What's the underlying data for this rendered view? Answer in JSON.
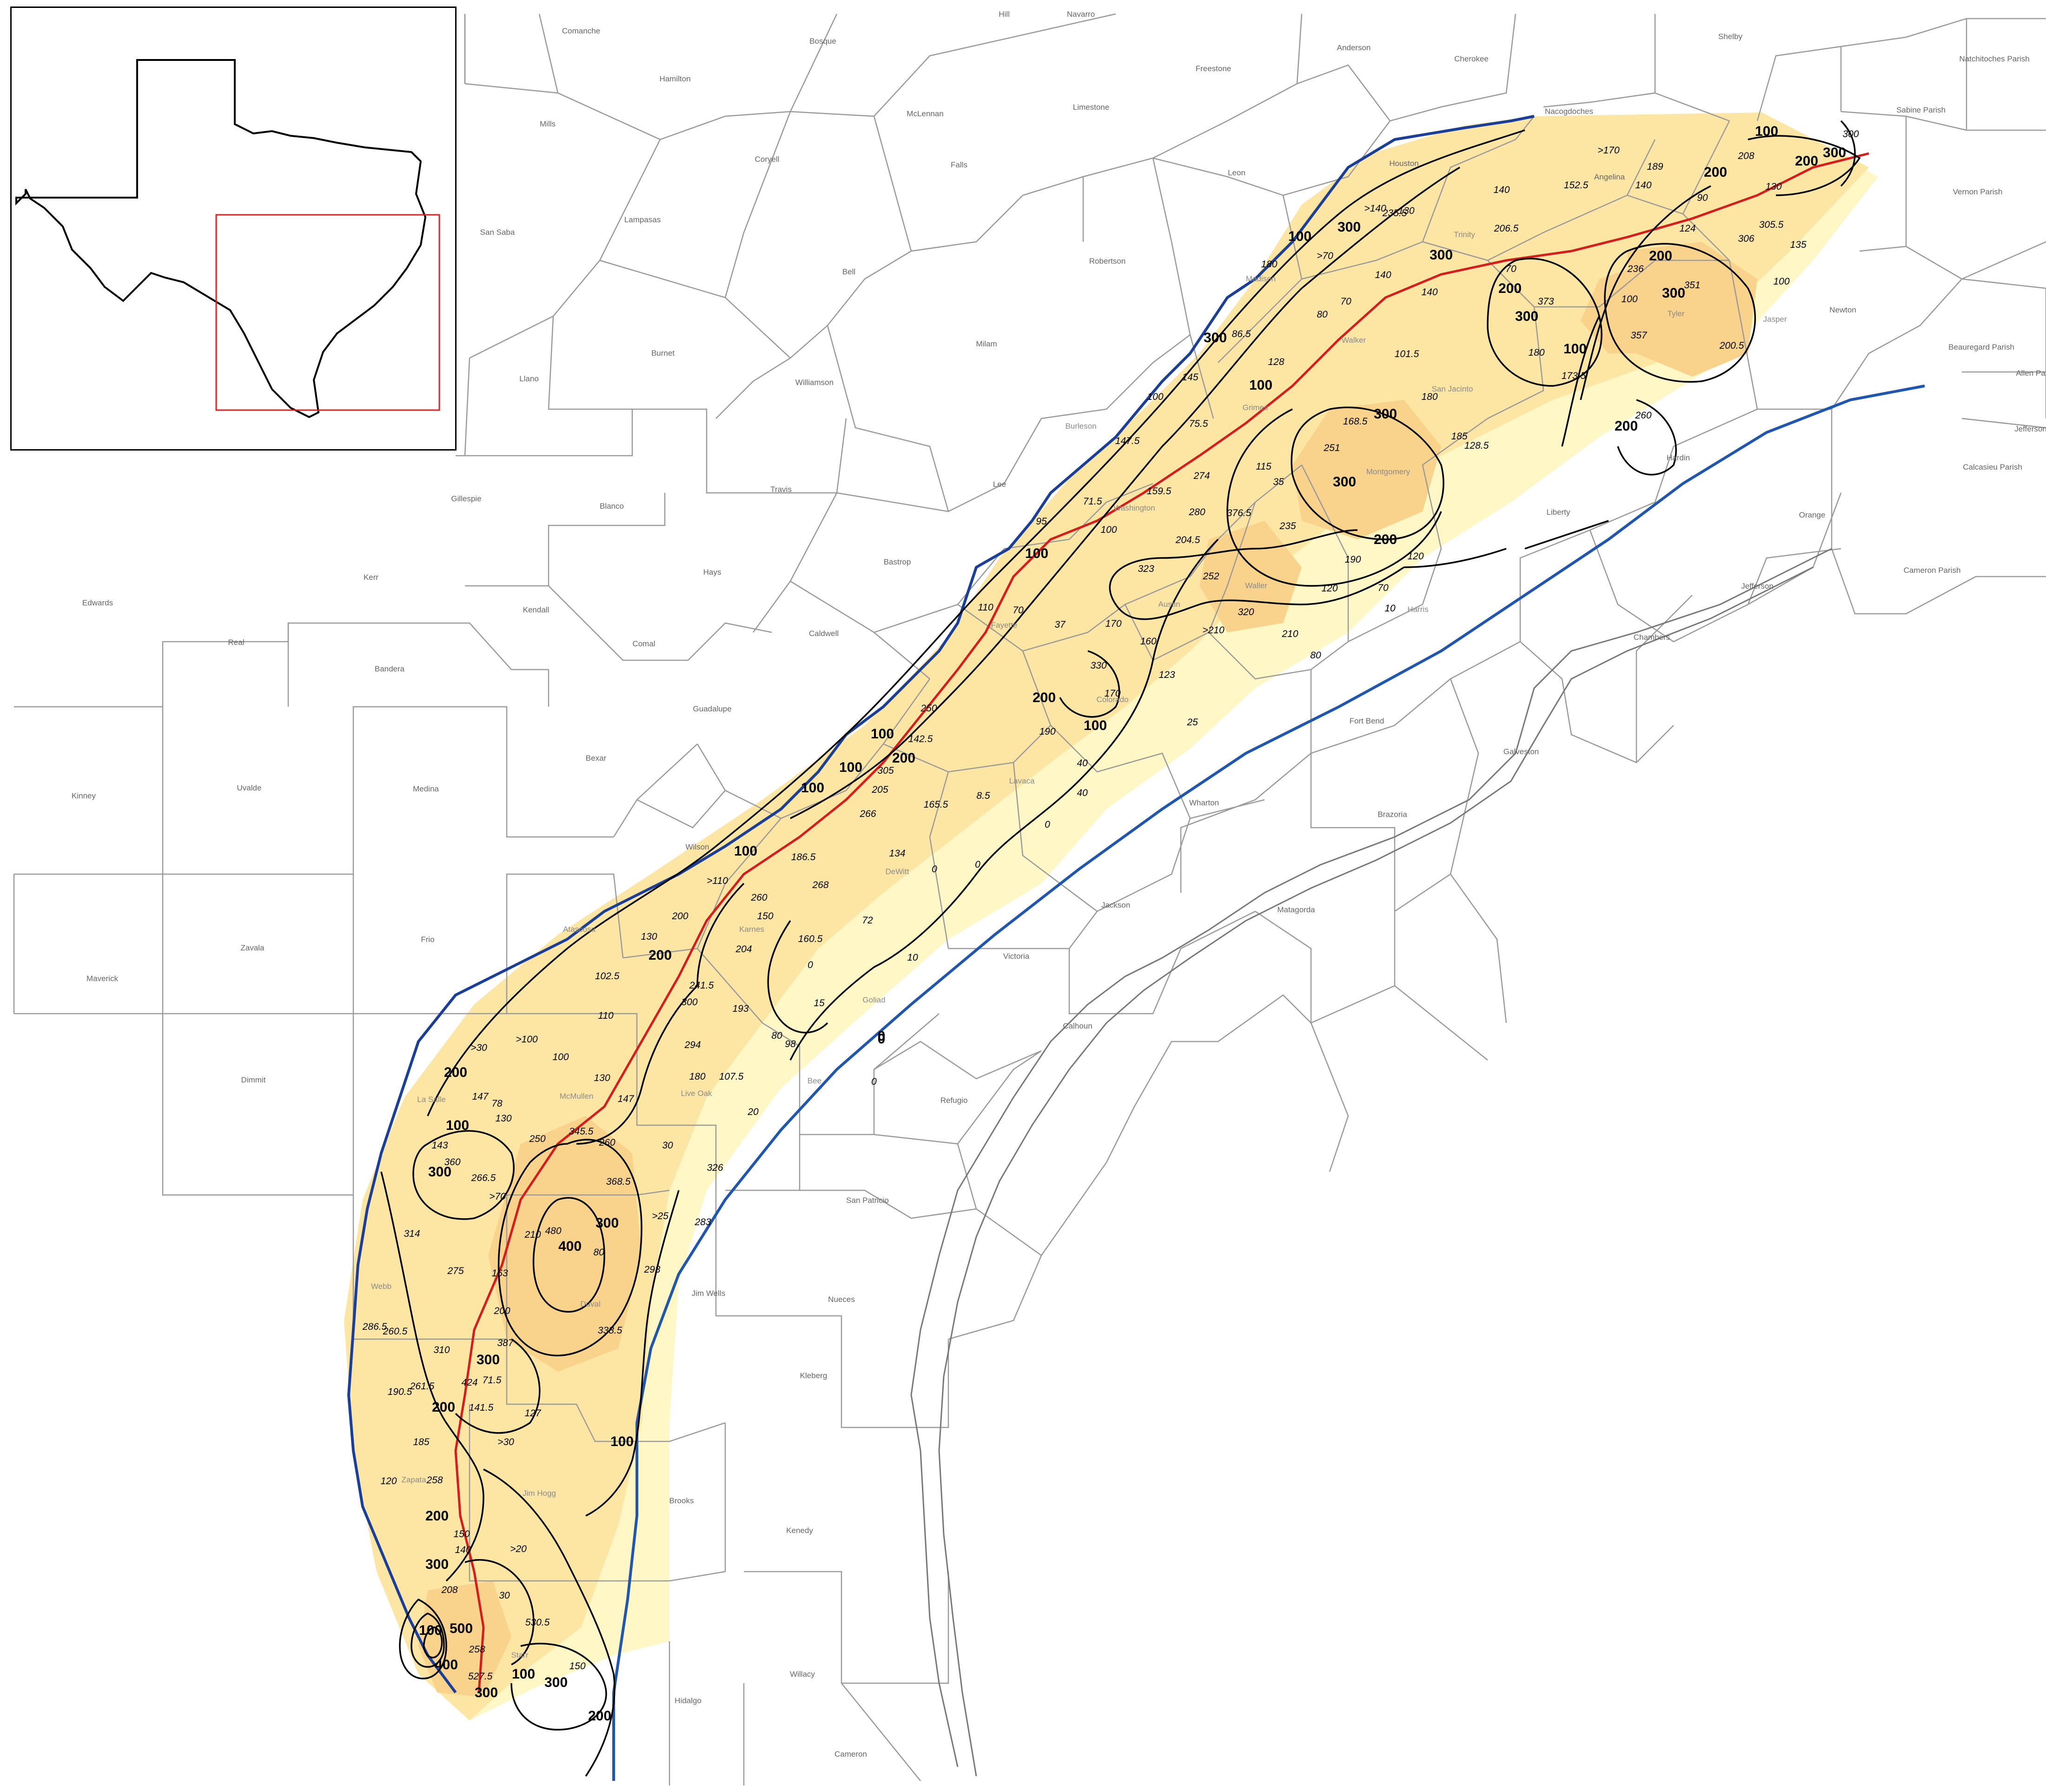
{
  "colors": {
    "zone_light": "#fff7c6",
    "zone_mid": "#fde6a4",
    "zone_dark": "#f9d28c",
    "outcrop_line": "#1a3f9a",
    "downdip_line": "#1f56b0",
    "fault_line": "#d61c1c",
    "contour_line": "#000000",
    "inset_box": "#e02020"
  },
  "icons": {
    "inset": "texas-outline-icon"
  },
  "counties": [
    "Comanche",
    "Hill",
    "Navarro",
    "Bosque",
    "Anderson",
    "Cherokee",
    "Shelby",
    "Natchitoches Parish",
    "Hamilton",
    "McLennan",
    "Freestone",
    "Nacogdoches",
    "Sabine Parish",
    "Mills",
    "Coryell",
    "Limestone",
    "Leon",
    "Houston",
    "Angelina",
    "Vernon Parish",
    "Lampasas",
    "Falls",
    "Robertson",
    "San Saba",
    "Bell",
    "Trinity",
    "Madison",
    "Newton",
    "Burnet",
    "Milam",
    "Walker",
    "San Jacinto",
    "Tyler",
    "Jasper",
    "Beauregard Parish",
    "Llano",
    "Williamson",
    "Allen Pa",
    "Grimes",
    "Jefferson",
    "Burleson",
    "Montgomery",
    "Hardin",
    "Calcasieu Parish",
    "Gillespie",
    "Blanco",
    "Travis",
    "Lee",
    "Washington",
    "Liberty",
    "Orange",
    "Hays",
    "Bastrop",
    "Waller",
    "Jefferson",
    "Cameron Parish",
    "Kerr",
    "Kendall",
    "Comal",
    "Caldwell",
    "Fayette",
    "Austin",
    "Harris",
    "Chambers",
    "Edwards",
    "Real",
    "Bandera",
    "Guadalupe",
    "Colorado",
    "Galveston",
    "Fort Bend",
    "Bexar",
    "Kinney",
    "Uvalde",
    "Medina",
    "Lavaca",
    "Wharton",
    "Brazoria",
    "Wilson",
    "DeWitt",
    "Jackson",
    "Matagorda",
    "Atascosa",
    "Karnes",
    "Victoria",
    "Maverick",
    "Zavala",
    "Frio",
    "Goliad",
    "Calhoun",
    "La Salle",
    "McMullen",
    "Live Oak",
    "Bee",
    "Refugio",
    "Dimmit",
    "San Patricio",
    "Webb",
    "Duval",
    "Jim Wells",
    "Nueces",
    "Kleberg",
    "Zapata",
    "Jim Hogg",
    "Brooks",
    "Kenedy",
    "Starr",
    "Hidalgo",
    "Willacy",
    "Cameron"
  ],
  "contour_labels": [
    "100",
    "200",
    "300",
    "400",
    "500",
    "0"
  ],
  "value_labels": [
    "140",
    ">170",
    "189",
    "152.5",
    "140",
    "208",
    "130",
    "300",
    "90",
    "124",
    "305.5",
    "306",
    "135",
    "206.5",
    "70",
    "236",
    "351",
    "373",
    "100",
    "100",
    "357",
    "200.5",
    "180",
    "173.5",
    "260",
    "235.5",
    "140",
    "140",
    ">70",
    "130",
    ">140",
    "180",
    "86.5",
    "80",
    "70",
    "101.5",
    "100",
    "145",
    "75.5",
    "128",
    "168.5",
    "251",
    "180",
    "185",
    "128.5",
    "115",
    "35",
    "147.5",
    "159.5",
    "274",
    "280",
    "376.5",
    "71.5",
    "95",
    "100",
    "204.5",
    "235",
    "323",
    "252",
    "190",
    "120",
    "120",
    "70",
    "10",
    "110",
    "70",
    "37",
    "170",
    "160",
    "320",
    ">210",
    "80",
    "210",
    "330",
    "123",
    "170",
    "190",
    "25",
    "250",
    "142.5",
    "305",
    "205",
    "266",
    "40",
    "40",
    "8.5",
    "165.5",
    "0",
    "186.5",
    ">110",
    "268",
    "134",
    "0",
    "0",
    "260",
    "200",
    "150",
    "160.5",
    "72",
    "130",
    "204",
    "0",
    "102.5",
    "241.5",
    "10",
    "300",
    "193",
    "15",
    "110",
    "294",
    "80",
    "98",
    "0",
    ">30",
    ">100",
    "100",
    "130",
    "180",
    "147",
    "107.5",
    "20",
    "147",
    "78",
    "130",
    "143",
    "360",
    "266.5",
    "250",
    "345.5",
    "260",
    "30",
    "326",
    "368.5",
    ">70",
    ">25",
    "283",
    "210",
    "480",
    "80",
    "314",
    "275",
    "163",
    "293",
    "286.5",
    "200",
    "260.5",
    "338.5",
    "310",
    "387",
    "261.5",
    "424",
    "71.5",
    "190.5",
    "141.5",
    "127",
    "185",
    ">30",
    "120",
    "258",
    "150",
    "140",
    ">20",
    "208",
    "30",
    "530.5",
    "258",
    "527.5",
    "150"
  ]
}
